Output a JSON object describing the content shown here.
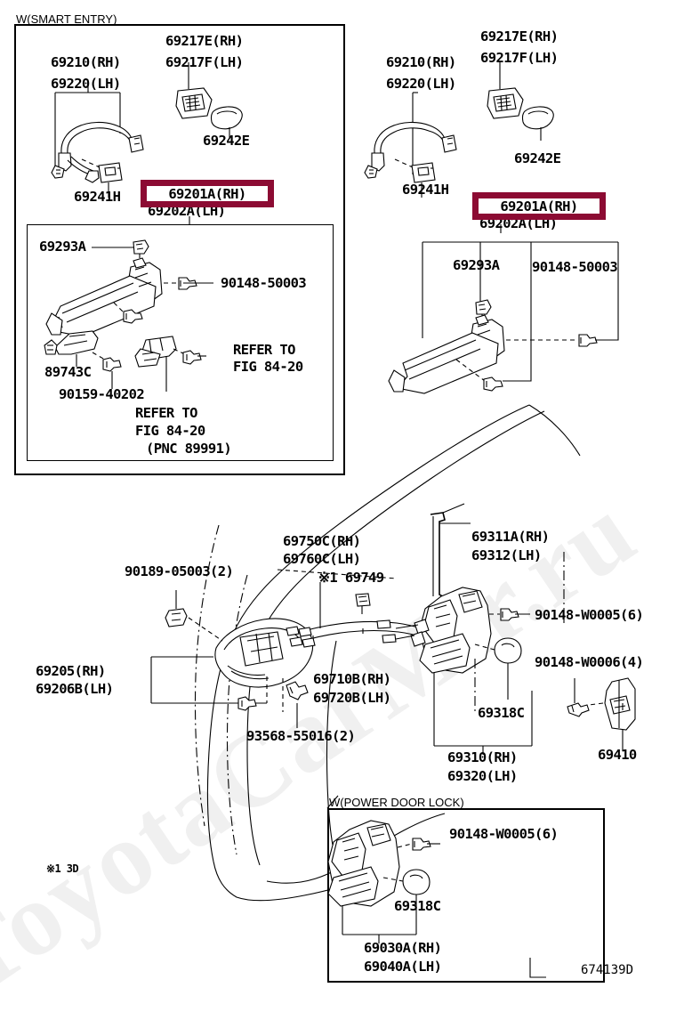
{
  "diagram": {
    "id_code": "674139D",
    "footnote": "※1 3D",
    "watermark": "ToyotaCarMir.ru"
  },
  "sections": {
    "smart_entry": {
      "header": "W(SMART ENTRY)"
    },
    "power_door_lock": {
      "header": "W(POWER DOOR LOCK)"
    }
  },
  "highlights": [
    {
      "label": "69201A(RH)"
    },
    {
      "label": "69201A(RH)"
    }
  ],
  "labels": {
    "left_panel": {
      "outer_handle_rh": "69210(RH)",
      "outer_handle_lh": "69220(LH)",
      "cover_rh": "69217E(RH)",
      "cover_lh": "69217F(LH)",
      "plug": "69242E",
      "clip": "69241H",
      "frame_lh": "69202A(LH)",
      "bracket": "69293A",
      "bolt_50003": "90148-50003",
      "antenna": "89743C",
      "screw_40202": "90159-40202",
      "refer_a_l1": "REFER TO",
      "refer_a_l2": "FIG 84-20",
      "refer_b_l1": "REFER TO",
      "refer_b_l2": "FIG 84-20",
      "refer_b_l3": "(PNC 89991)"
    },
    "right_panel": {
      "outer_handle_rh": "69210(RH)",
      "outer_handle_lh": "69220(LH)",
      "cover_rh": "69217E(RH)",
      "cover_lh": "69217F(LH)",
      "plug": "69242E",
      "clip": "69241H",
      "frame_lh": "69202A(LH)",
      "bracket": "69293A",
      "bolt_50003": "90148-50003"
    },
    "main": {
      "cable_rh": "69750C(RH)",
      "cable_lh": "69760C(LH)",
      "clamp": "※1 69749",
      "rod_rh": "69311A(RH)",
      "rod_lh": "69312(LH)",
      "grommet": "90189-05003(2)",
      "inner_handle_rh": "69205(RH)",
      "inner_handle_lh": "69206B(LH)",
      "inner_bezel_rh": "69710B(RH)",
      "inner_bezel_lh": "69720B(LH)",
      "screw_55016": "93568-55016(2)",
      "bolt_w0005": "90148-W0005(6)",
      "bolt_w0006": "90148-W0006(4)",
      "lock_cap": "69318C",
      "lock_rh": "69310(RH)",
      "lock_lh": "69320(LH)",
      "striker": "69410"
    },
    "power_door_lock": {
      "bolt_w0005": "90148-W0005(6)",
      "lock_cap": "69318C",
      "actuator_rh": "69030A(RH)",
      "actuator_lh": "69040A(LH)"
    }
  },
  "colors": {
    "highlight": "#8c0b33",
    "ink": "#000000",
    "paper": "#ffffff",
    "watermark": "#f0f0f0"
  }
}
